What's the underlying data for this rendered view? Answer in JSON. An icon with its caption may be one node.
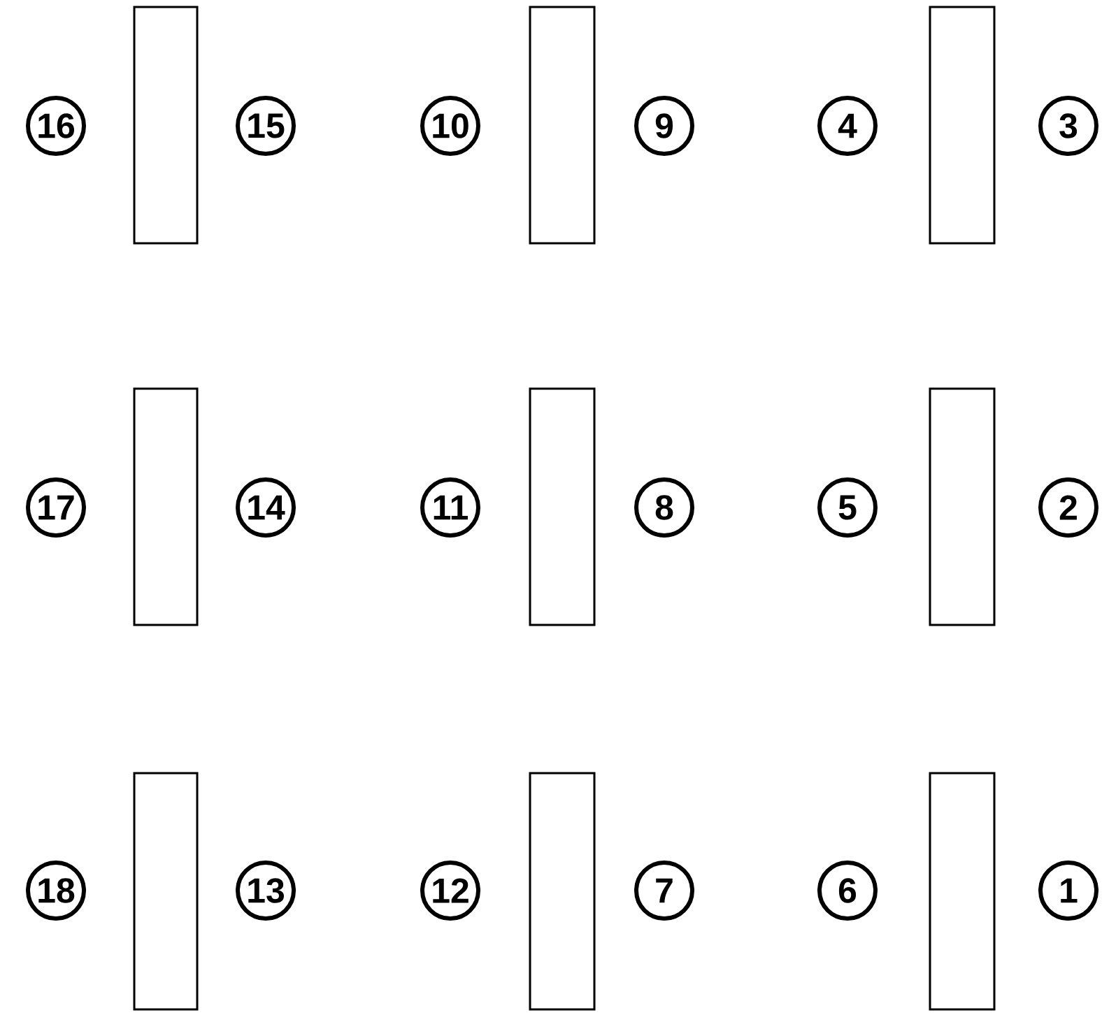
{
  "diagram": {
    "nodes": [
      {
        "text": [],
        "shape": "box"
      },
      {
        "text": [],
        "shape": "box"
      },
      {
        "text": [],
        "shape": "box"
      },
      {
        "text": [],
        "shape": "box"
      },
      {
        "text": [],
        "shape": "box"
      },
      {
        "text": [],
        "shape": "box"
      },
      {
        "text": [],
        "shape": "box"
      },
      {
        "text": [],
        "shape": "box"
      },
      {
        "text": [],
        "shape": "box"
      }
    ],
    "labels": [
      "16",
      "15",
      "10",
      "9",
      "4",
      "3",
      "17",
      "14",
      "11",
      "8",
      "5",
      "2",
      "18",
      "13",
      "12",
      "7",
      "6",
      "1"
    ]
  }
}
